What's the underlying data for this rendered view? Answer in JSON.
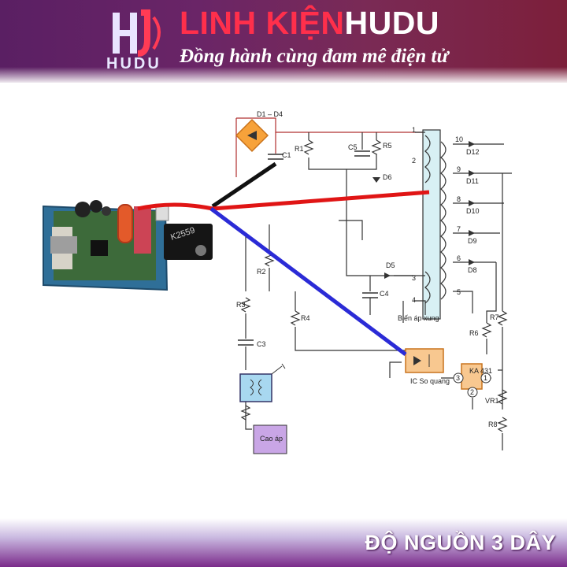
{
  "header": {
    "brand_main": "LINH KIỆN",
    "brand_accent": "HUDU",
    "logo_text": "HUDU",
    "slogan": "Đồng hành cùng đam mê điện tử"
  },
  "circuit": {
    "bridge": "D1 – D4",
    "c1": "C1",
    "r1": "R1",
    "c5": "C5",
    "r5": "R5",
    "d6": "D6",
    "r2": "R2",
    "r3": "R3",
    "c3": "C3",
    "r4": "R4",
    "d5": "D5",
    "c4": "C4",
    "cao_ap": "Cao áp",
    "transformer": "Biến áp xung",
    "optocoupler": "IC So quang",
    "ka431": "KA\n431",
    "r6": "R6",
    "r7": "R7",
    "vr1": "VR1",
    "r8": "R8",
    "pin1": "1",
    "pin2": "2",
    "pin3": "3",
    "pin4": "4",
    "pin5": "5",
    "pin6": "6",
    "pin7": "7",
    "pin8": "8",
    "pin9": "9",
    "pin10": "10",
    "d8": "D8",
    "d9": "D9",
    "d10": "D10",
    "d11": "D11",
    "d12": "D12",
    "ka_pin1": "1",
    "ka_pin2": "2",
    "ka_pin3": "3"
  },
  "footer": {
    "title": "ĐỘ NGUỒN 3 DÂY"
  },
  "colors": {
    "wire_black": "#111111",
    "wire_red": "#e01515",
    "wire_blue": "#2b2bd6",
    "schematic": "#333333",
    "rail": "#b03030",
    "highlight": "#f7a23a"
  }
}
